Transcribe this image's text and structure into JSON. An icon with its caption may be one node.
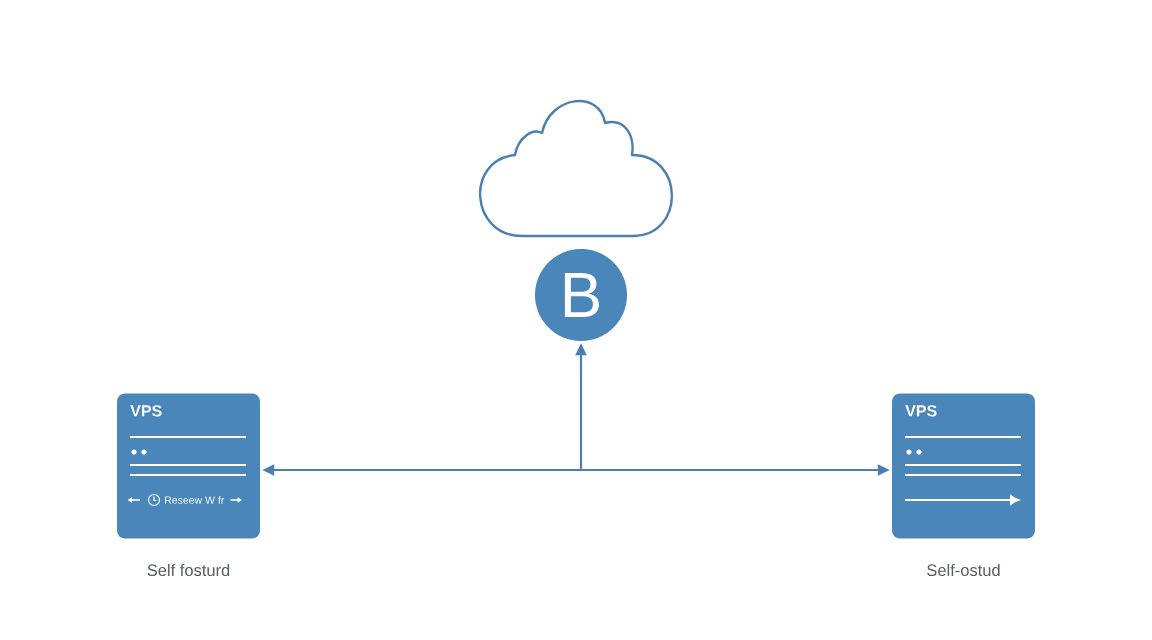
{
  "diagram": {
    "nodes": [
      {
        "text": [],
        "shape": "cloud"
      },
      {
        "text": [
          "B"
        ]
      },
      {
        "text": [
          "VPS",
          "Reseew W fr"
        ],
        "beside": [
          "Self fosturd"
        ]
      },
      {
        "text": [
          "VPS"
        ],
        "beside": [
          "Self-ostud"
        ]
      }
    ],
    "edges": [
      {
        "from": 2,
        "to": 3,
        "arrow": "both"
      },
      {
        "from": null,
        "to": 1,
        "arrow": "to"
      }
    ]
  }
}
